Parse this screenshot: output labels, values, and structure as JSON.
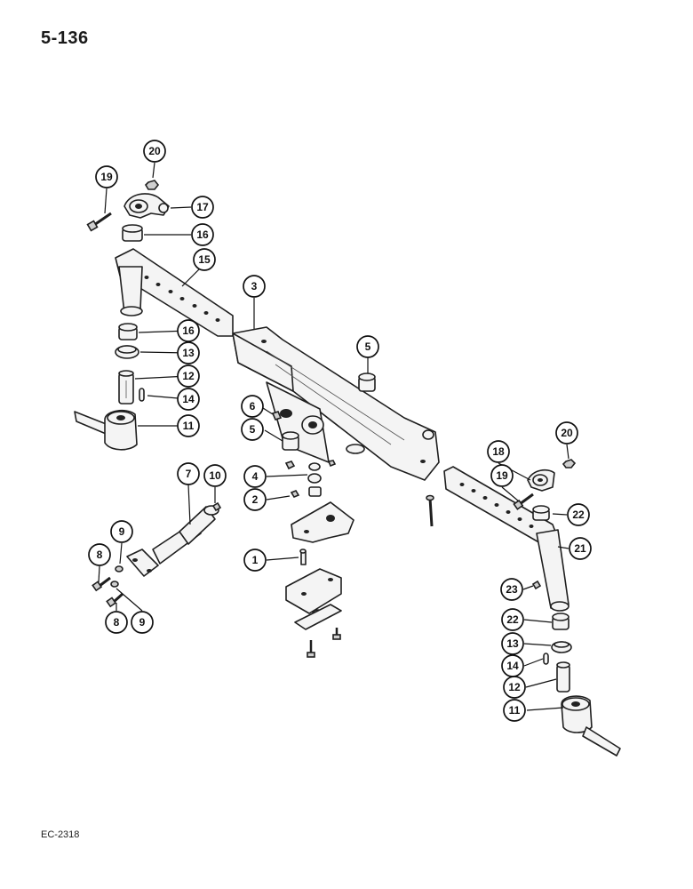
{
  "page": {
    "page_number": "5-136",
    "figure_code": "EC-2318"
  },
  "callouts": {
    "c1": "1",
    "c2": "2",
    "c3": "3",
    "c4": "4",
    "c5a": "5",
    "c5b": "5",
    "c6": "6",
    "c7": "7",
    "c8a": "8",
    "c8b": "8",
    "c9a": "9",
    "c9b": "9",
    "c10": "10",
    "c11a": "11",
    "c11b": "11",
    "c12a": "12",
    "c12b": "12",
    "c13a": "13",
    "c13b": "13",
    "c14a": "14",
    "c14b": "14",
    "c15": "15",
    "c16a": "16",
    "c16b": "16",
    "c17": "17",
    "c18": "18",
    "c19a": "19",
    "c19b": "19",
    "c20a": "20",
    "c20b": "20",
    "c21": "21",
    "c22a": "22",
    "c22b": "22",
    "c23": "23"
  }
}
